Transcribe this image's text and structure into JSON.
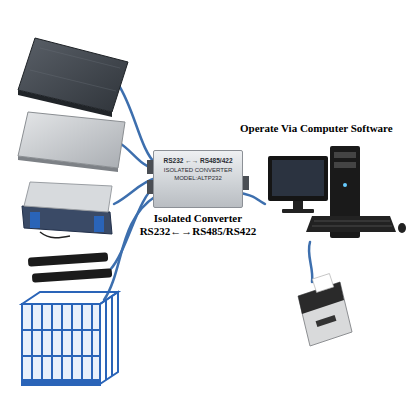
{
  "diagram": {
    "nodes": [
      {
        "text": [
          "RS232 ←→ RS485/422",
          "ISOLATED CONVERTER",
          "MODEL:ALTP232",
          "Isolated Converter RS232←→RS485/RS422"
        ]
      },
      {
        "text": [
          "Operate Via Computer Software"
        ]
      }
    ],
    "edges": [
      {
        "from": 0,
        "to": 1,
        "arrow": "none"
      }
    ]
  }
}
